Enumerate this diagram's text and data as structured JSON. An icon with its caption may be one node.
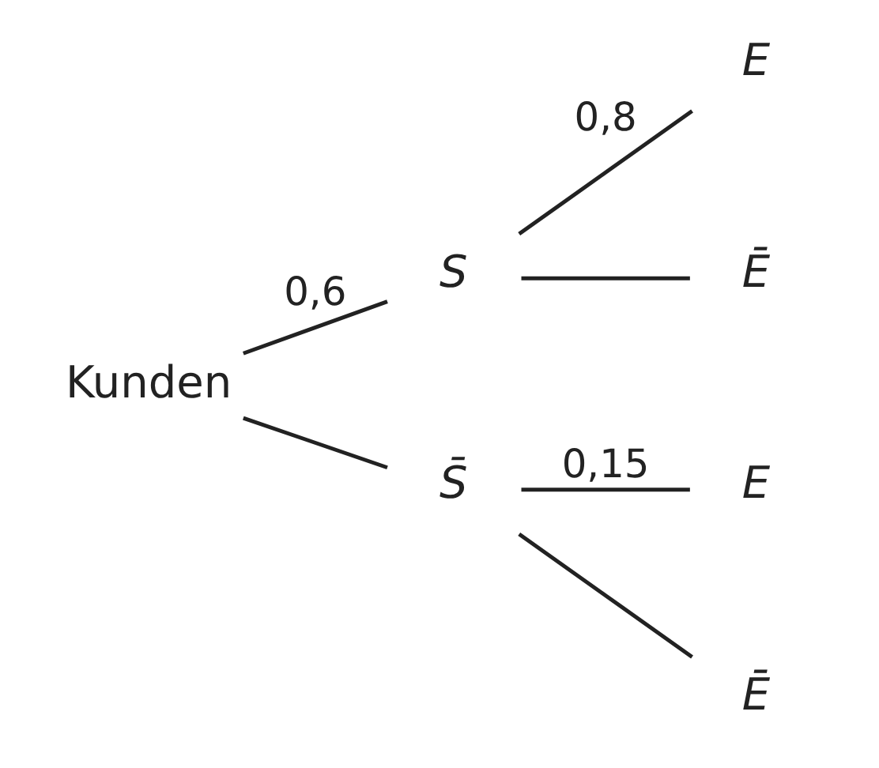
{
  "diagram": {
    "nodes": [
      {
        "text": [
          "Kunden"
        ]
      },
      {
        "text": [
          "S"
        ]
      },
      {
        "text": [
          "E"
        ]
      },
      {
        "text": [
          "Ē"
        ]
      },
      {
        "text": [
          "S̄"
        ]
      },
      {
        "text": [
          "E"
        ]
      },
      {
        "text": [
          "Ē"
        ]
      }
    ],
    "edges": [
      {
        "from": 0,
        "to": 1,
        "arrow": "none",
        "label": "0,6"
      },
      {
        "from": 0,
        "to": 4,
        "arrow": "none"
      },
      {
        "from": 1,
        "to": 2,
        "arrow": "none",
        "label": "0,8"
      },
      {
        "from": 1,
        "to": 3,
        "arrow": "none"
      },
      {
        "from": 4,
        "to": 5,
        "arrow": "none",
        "label": "0,15"
      },
      {
        "from": 4,
        "to": 6,
        "arrow": "none"
      }
    ]
  }
}
